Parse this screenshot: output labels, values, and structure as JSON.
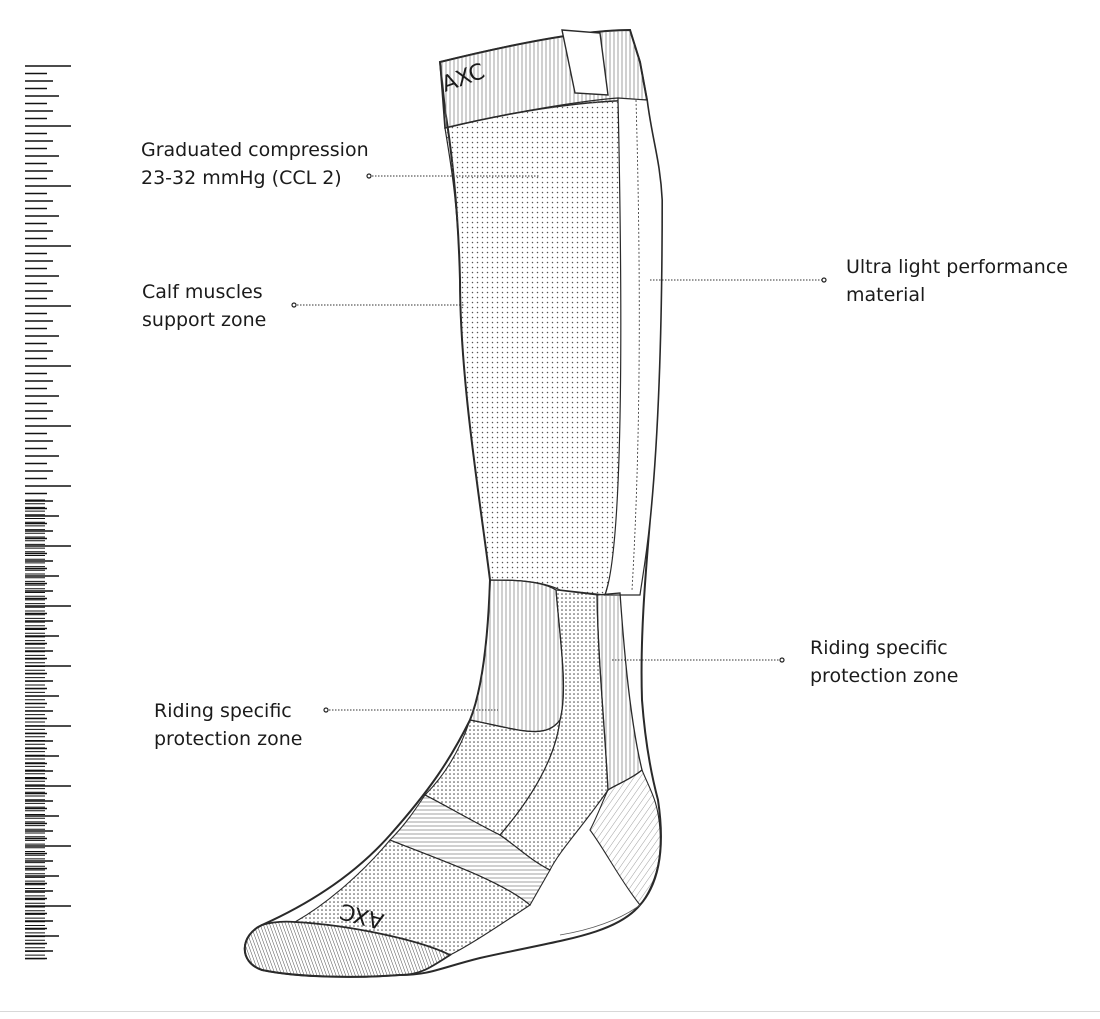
{
  "brand": {
    "cuff_logo": "AXC",
    "foot_logo": "AXC"
  },
  "callouts": {
    "compression": {
      "line1": "Graduated compression",
      "line2": "23-32 mmHg (CCL 2)"
    },
    "calf": {
      "line1": "Calf muscles",
      "line2": "support zone"
    },
    "material": {
      "line1": "Ultra light performance",
      "line2": "material"
    },
    "protection_right": {
      "line1": "Riding specific",
      "line2": "protection zone"
    },
    "protection_left": {
      "line1": "Riding specific",
      "line2": "protection zone"
    }
  },
  "colors": {
    "ink": "#1b1b1b",
    "line": "#2a2a2a",
    "hatch": "#6e6e6e",
    "toe": "#3a3a3a"
  }
}
